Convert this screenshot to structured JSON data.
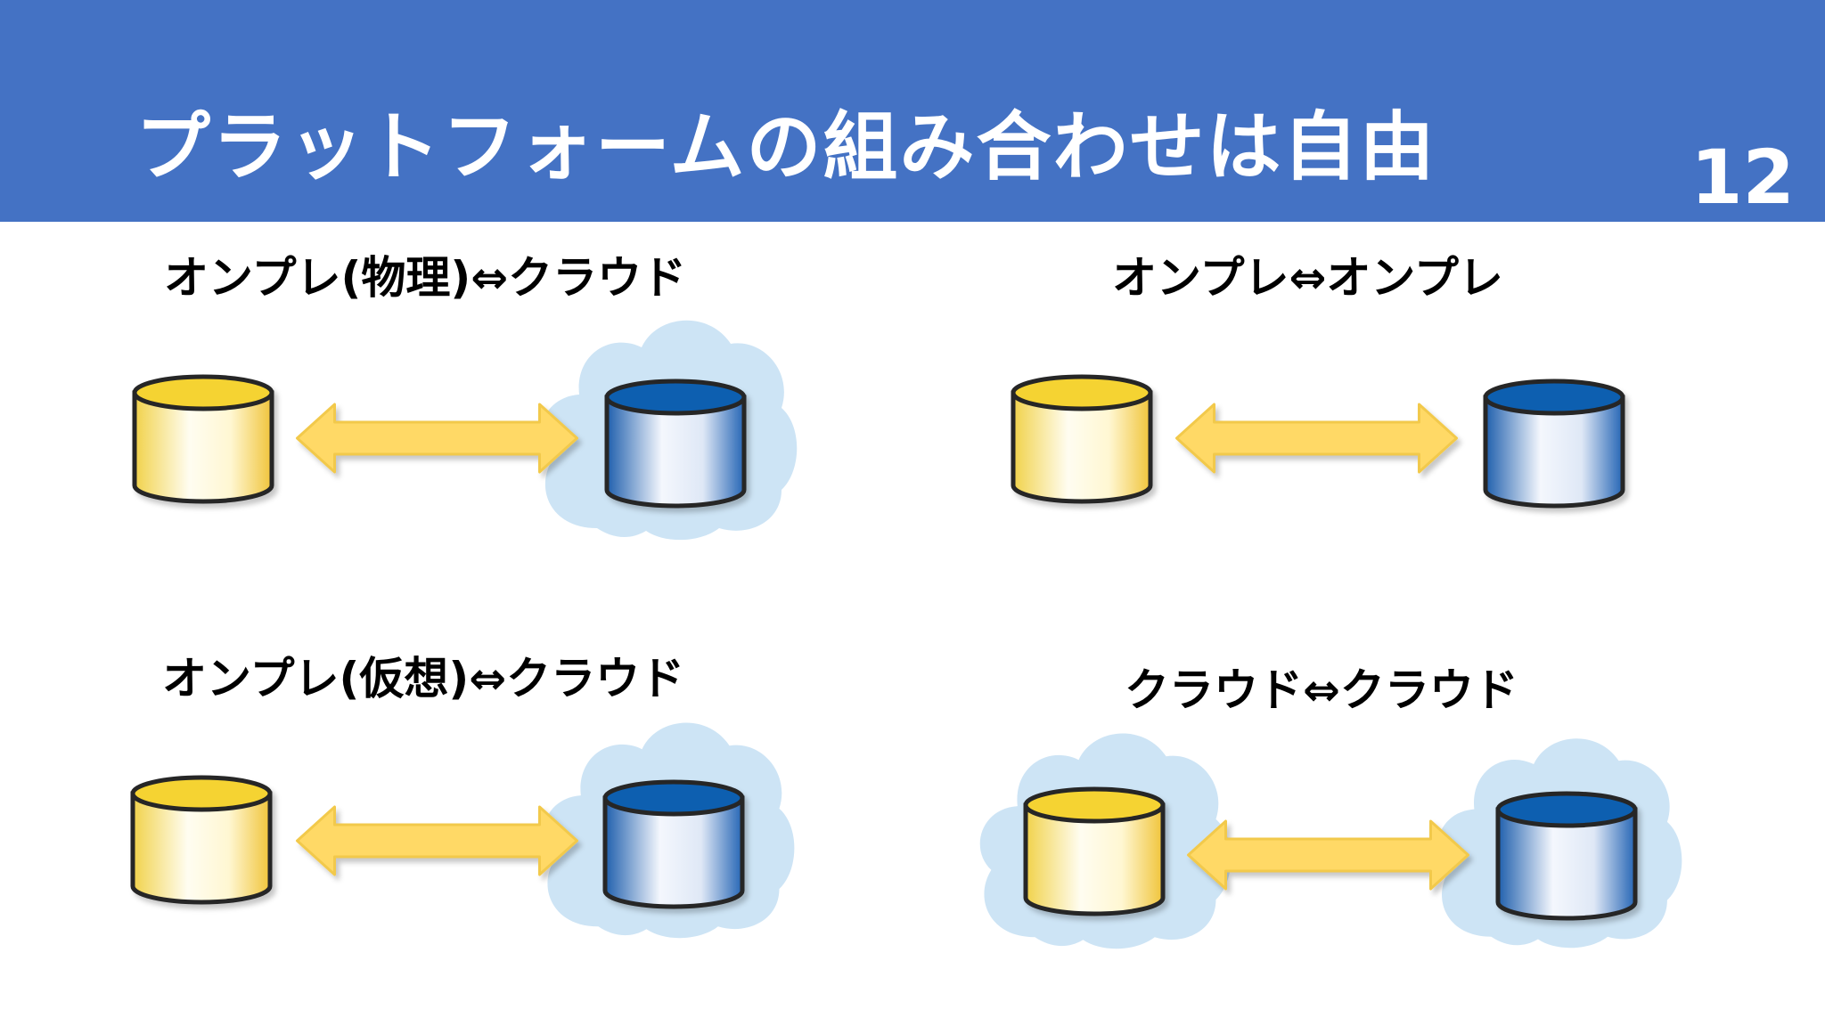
{
  "slide": {
    "title": "プラットフォームの組み合わせは自由",
    "page_number": "12"
  },
  "colors": {
    "header": "#4472c4",
    "onprem_top": "#f5d333",
    "cloud_top": "#0e5fb0",
    "arrow": "#ffd966",
    "cloud_shape": "#cde4f5"
  },
  "icons": {
    "onprem": "yellow-database-cylinder-icon",
    "cloud_db": "blue-database-cylinder-icon",
    "cloud": "cloud-icon",
    "connection": "double-arrow-icon"
  },
  "scenarios": [
    {
      "label": "オンプレ(物理)⇔クラウド"
    },
    {
      "label": "オンプレ⇔オンプレ"
    },
    {
      "label": "オンプレ(仮想)⇔クラウド"
    },
    {
      "label": "クラウド⇔クラウド"
    }
  ]
}
